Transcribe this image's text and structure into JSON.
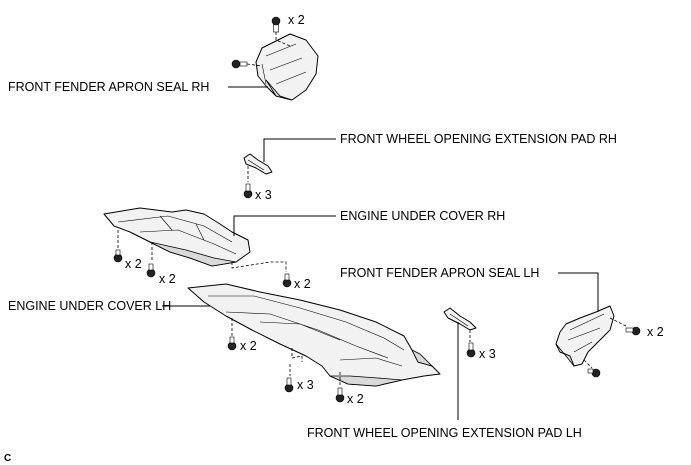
{
  "labels": {
    "front_fender_apron_seal_rh": "FRONT FENDER APRON SEAL RH",
    "front_wheel_opening_extension_pad_rh": "FRONT WHEEL OPENING EXTENSION PAD RH",
    "engine_under_cover_rh": "ENGINE UNDER COVER RH",
    "front_fender_apron_seal_lh": "FRONT FENDER APRON SEAL LH",
    "engine_under_cover_lh": "ENGINE UNDER COVER LH",
    "front_wheel_opening_extension_pad_lh": "FRONT WHEEL OPENING EXTENSION PAD LH"
  },
  "quantities": {
    "apron_seal_rh_bolt": "x 2",
    "ext_pad_rh_bolt": "x 3",
    "under_cover_rh_left_bolt": "x 2",
    "under_cover_rh_mid_bolt": "x 2",
    "under_cover_rh_rear_bolt": "x 2",
    "under_cover_lh_mid_bolt": "x 2",
    "under_cover_lh_front_bolt": "x 3",
    "under_cover_lh_rear_bolt": "x 2",
    "ext_pad_lh_bolt": "x 3",
    "apron_seal_lh_bolt": "x 2"
  },
  "figure_code": "C"
}
